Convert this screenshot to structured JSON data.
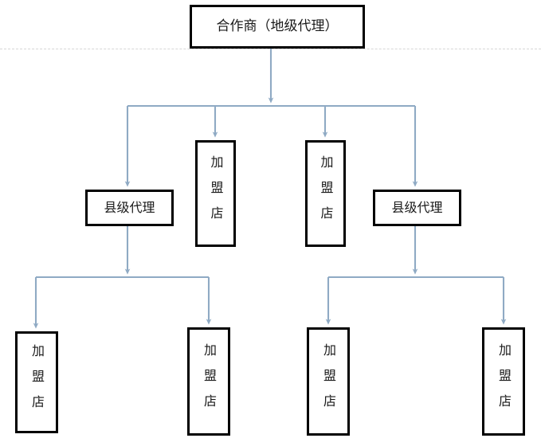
{
  "diagram": {
    "type": "org-chart",
    "title_text": "",
    "connector_color": "#8faac4",
    "node_border_color": "#000000",
    "node_fill_color": "#ffffff",
    "text_color": "#1a1a1a",
    "page_rule_color": "#d6d6d6",
    "levels": [
      {
        "level": 1,
        "nodes": [
          {
            "id": "root",
            "label": "合作商（地级代理）",
            "orientation": "horizontal"
          }
        ]
      },
      {
        "level": 2,
        "nodes": [
          {
            "id": "county-left",
            "label": "县级代理",
            "orientation": "horizontal"
          },
          {
            "id": "store-l2a",
            "label": "加盟店",
            "orientation": "vertical"
          },
          {
            "id": "store-l2b",
            "label": "加盟店",
            "orientation": "vertical"
          },
          {
            "id": "county-right",
            "label": "县级代理",
            "orientation": "horizontal"
          }
        ]
      },
      {
        "level": 3,
        "nodes": [
          {
            "id": "store-l3a",
            "label": "加盟店",
            "orientation": "vertical"
          },
          {
            "id": "store-l3b",
            "label": "加盟店",
            "orientation": "vertical"
          },
          {
            "id": "store-l3c",
            "label": "加盟店",
            "orientation": "vertical"
          },
          {
            "id": "store-l3d",
            "label": "加盟店",
            "orientation": "vertical"
          }
        ]
      }
    ],
    "edges": [
      {
        "from": "root",
        "to": "bus-level2",
        "arrow": true
      },
      {
        "from": "bus-level2",
        "to": "county-left",
        "arrow": true
      },
      {
        "from": "bus-level2",
        "to": "store-l2a",
        "arrow": true
      },
      {
        "from": "bus-level2",
        "to": "store-l2b",
        "arrow": true
      },
      {
        "from": "bus-level2",
        "to": "county-right",
        "arrow": true
      },
      {
        "from": "county-left",
        "to": "bus-left3",
        "arrow": true
      },
      {
        "from": "bus-left3",
        "to": "store-l3a",
        "arrow": true
      },
      {
        "from": "bus-left3",
        "to": "store-l3b",
        "arrow": true
      },
      {
        "from": "county-right",
        "to": "bus-right3",
        "arrow": true
      },
      {
        "from": "bus-right3",
        "to": "store-l3c",
        "arrow": true
      },
      {
        "from": "bus-right3",
        "to": "store-l3d",
        "arrow": true
      }
    ]
  }
}
